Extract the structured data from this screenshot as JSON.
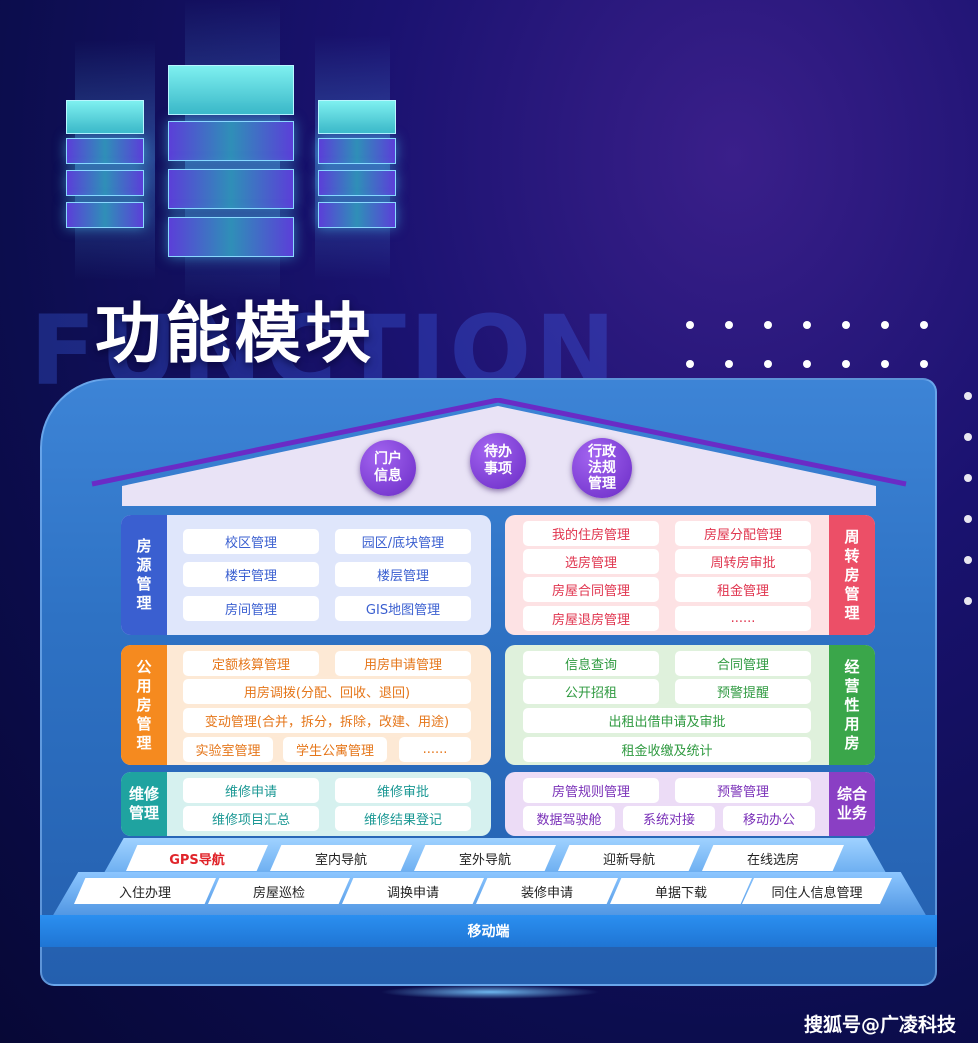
{
  "background_word": "FUNCTION",
  "title": "功能模块",
  "roof": {
    "items": [
      "门户\n信息",
      "待办\n事项",
      "行政\n法规\n管理"
    ]
  },
  "sections": {
    "housing_source": {
      "label": "房\n源\n管\n理",
      "items": [
        "校区管理",
        "园区/底块管理",
        "楼宇管理",
        "楼层管理",
        "房间管理",
        "GIS地图管理"
      ]
    },
    "turnover_housing": {
      "label": "周\n转\n房\n管\n理",
      "items": [
        "我的住房管理",
        "房屋分配管理",
        "选房管理",
        "周转房审批",
        "房屋合同管理",
        "租金管理",
        "房屋退房管理",
        "......"
      ]
    },
    "public_housing": {
      "label": "公\n用\n房\n管\n理",
      "items": [
        "定额核算管理",
        "用房申请管理",
        "用房调拨(分配、回收、退回)",
        "变动管理(合并，拆分，拆除，改建、用途)",
        "实验室管理",
        "学生公寓管理",
        "......"
      ]
    },
    "commercial_housing": {
      "label": "经\n营\n性\n用\n房",
      "items": [
        "信息查询",
        "合同管理",
        "公开招租",
        "预警提醒",
        "出租出借申请及审批",
        "租金收缴及统计"
      ]
    },
    "maintenance": {
      "label": "维修\n管理",
      "items": [
        "维修申请",
        "维修审批",
        "维修项目汇总",
        "维修结果登记"
      ]
    },
    "comprehensive": {
      "label": "综合\n业务",
      "items": [
        "房管规则管理",
        "预警管理",
        "数据驾驶舱",
        "系统对接",
        "移动办公"
      ]
    }
  },
  "nav_row1": [
    "GPS导航",
    "室内导航",
    "室外导航",
    "迎新导航",
    "在线选房"
  ],
  "nav_row2": [
    "入住办理",
    "房屋巡检",
    "调换申请",
    "装修申请",
    "单据下载",
    "同住人信息管理"
  ],
  "mobile_label": "移动端",
  "watermark": "搜狐号@广凌科技",
  "colors": {
    "housing_source": "#3a5fd0",
    "turnover_housing": "#ec4f67",
    "public_housing": "#f58a1f",
    "commercial_housing": "#3aa64a",
    "maintenance": "#1fa3a0",
    "comprehensive": "#8a3fc4",
    "roof_purple": "#7a35d0",
    "gps_red": "#e0242a"
  }
}
